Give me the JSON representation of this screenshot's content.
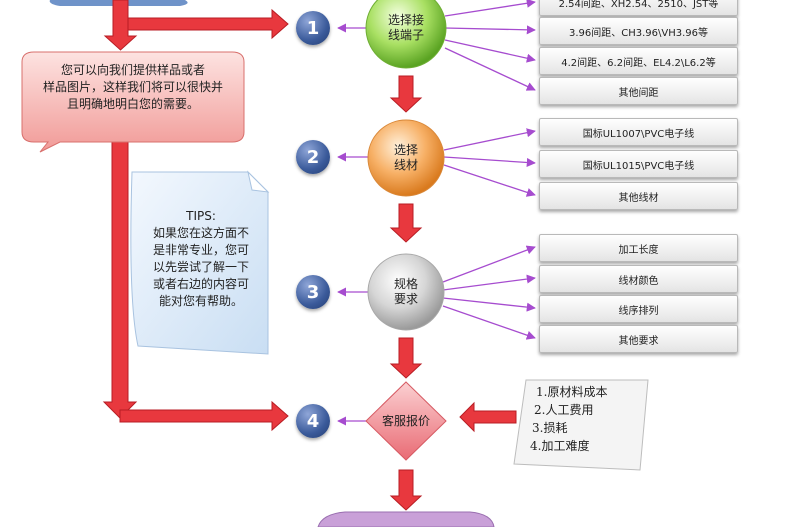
{
  "request_bubble": {
    "lines": [
      "您可以向我们提供样品或者",
      "样品图片，这样我们将可以很快并",
      "且明确地明白您的需要。"
    ]
  },
  "tips": {
    "title": "TIPS:",
    "lines": [
      "如果您在这方面不",
      "是非常专业，您可",
      "以先尝试了解一下",
      "或者右边的内容可",
      "能对您有帮助。"
    ]
  },
  "steps": [
    {
      "number": "1",
      "node": {
        "line1": "选择接",
        "line2": "线端子"
      },
      "options": [
        "2.54间距、XH2.54、2510、JST等",
        "3.96间距、CH3.96\\VH3.96等",
        "4.2间距、6.2间距、EL4.2\\L6.2等",
        "其他间距"
      ]
    },
    {
      "number": "2",
      "node": {
        "line1": "选择",
        "line2": "线材"
      },
      "options": [
        "国标UL1007\\PVC电子线",
        "国标UL1015\\PVC电子线",
        "其他线材"
      ]
    },
    {
      "number": "3",
      "node": {
        "line1": "规格",
        "line2": "要求"
      },
      "options": [
        "加工长度",
        "线材颜色",
        "线序排列",
        "其他要求"
      ]
    },
    {
      "number": "4",
      "node": {
        "line1": "客服报价",
        "line2": ""
      },
      "options": []
    }
  ],
  "cost_factors": [
    "1.原材料成本",
    "2.人工费用",
    "3.损耗",
    "4.加工难度"
  ],
  "colors": {
    "arrow_red": "#e8383e",
    "node_green": "#8ed24a",
    "node_orange": "#f5a14a",
    "node_gray": "#cfcfcf",
    "diamond_pink": "#f08088",
    "bubble_pink": "#f4a6a3",
    "tips_blue": "#dbeaf8",
    "connector_purple": "#a64ccf",
    "number_blue": "#3a5a9a"
  }
}
